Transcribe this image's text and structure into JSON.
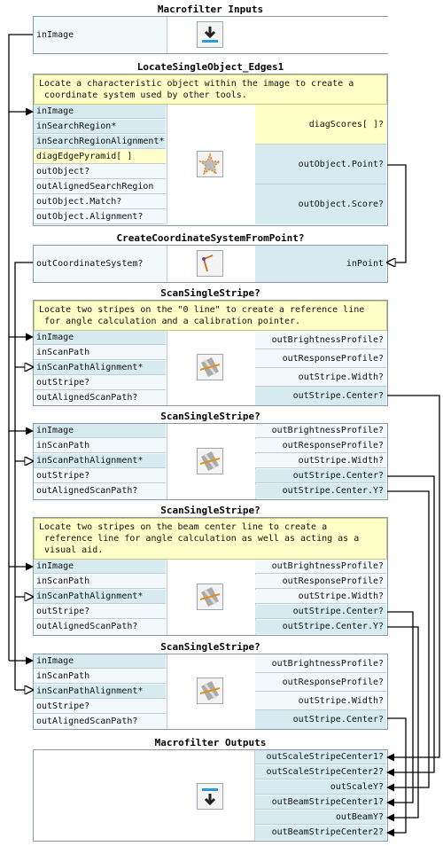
{
  "macro_inputs": {
    "title": "Macrofilter Inputs",
    "pin": "inImage"
  },
  "locate": {
    "title": "LocateSingleObject_Edges1",
    "comment": "Locate a characteristic object within the image to create a\n coordinate system used by other tools.",
    "inputs": [
      "inImage",
      "inSearchRegion*",
      "inSearchRegionAlignment*",
      "diagEdgePyramid[ ]",
      "outObject?",
      "outAlignedSearchRegion",
      "outObject.Match?",
      "outObject.Alignment?"
    ],
    "outputs": [
      "diagScores[ ]?",
      "outObject.Point?",
      "outObject.Score?"
    ]
  },
  "coord": {
    "title": "CreateCoordinateSystemFromPoint?",
    "input": "outCoordinateSystem?",
    "output": "inPoint"
  },
  "stripe1": {
    "title": "ScanSingleStripe?",
    "comment": "Locate two stripes on the \"0 line\" to create a reference line\n for angle calculation and a calibration pointer.",
    "inputs": [
      "inImage",
      "inScanPath",
      "inScanPathAlignment*",
      "outStripe?",
      "outAlignedScanPath?"
    ],
    "outputs": [
      "outBrightnessProfile?",
      "outResponseProfile?",
      "outStripe.Width?",
      "outStripe.Center?"
    ]
  },
  "stripe2": {
    "title": "ScanSingleStripe?",
    "inputs": [
      "inImage",
      "inScanPath",
      "inScanPathAlignment*",
      "outStripe?",
      "outAlignedScanPath?"
    ],
    "outputs": [
      "outBrightnessProfile?",
      "outResponseProfile?",
      "outStripe.Width?",
      "outStripe.Center?",
      "outStripe.Center.Y?"
    ]
  },
  "stripe3": {
    "title": "ScanSingleStripe?",
    "comment": "Locate two stripes on the beam center line to create a\n reference line for angle calculation as well as acting as a\n visual aid.",
    "inputs": [
      "inImage",
      "inScanPath",
      "inScanPathAlignment*",
      "outStripe?",
      "outAlignedScanPath?"
    ],
    "outputs": [
      "outBrightnessProfile?",
      "outResponseProfile?",
      "outStripe.Width?",
      "outStripe.Center?",
      "outStripe.Center.Y?"
    ]
  },
  "stripe4": {
    "title": "ScanSingleStripe?",
    "inputs": [
      "inImage",
      "inScanPath",
      "inScanPathAlignment*",
      "outStripe?",
      "outAlignedScanPath?"
    ],
    "outputs": [
      "outBrightnessProfile?",
      "outResponseProfile?",
      "outStripe.Width?",
      "outStripe.Center?"
    ]
  },
  "macro_outputs": {
    "title": "Macrofilter Outputs",
    "pins": [
      "outScaleStripeCenter1?",
      "outScaleStripeCenter2?",
      "outScaleY?",
      "outBeamStripeCenter1?",
      "outBeamY?",
      "outBeamStripeCenter2?"
    ]
  },
  "colors": {
    "wire": "#000000",
    "connected_pin": "#d6ebf0",
    "comment": "#ffffc8",
    "border": "#8a9aa8"
  }
}
